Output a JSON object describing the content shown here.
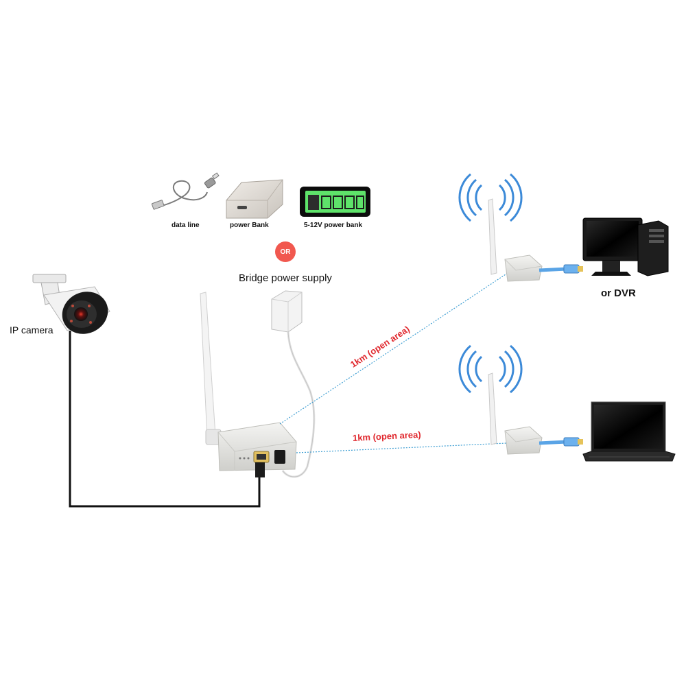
{
  "power_options": {
    "data_line": "data line",
    "power_bank": "power Bank",
    "battery_bank": "5-12V  power bank",
    "or_badge": "OR",
    "bridge_supply": "Bridge power supply"
  },
  "devices": {
    "ip_camera": "IP camera",
    "dvr": "or DVR"
  },
  "links": {
    "upper": "1km (open area)",
    "lower": "1km (open area)"
  },
  "colors": {
    "link_line": "#3f9fd3",
    "distance_text": "#e0282e",
    "or_badge": "#f1584f",
    "battery_display": "#5ee36a",
    "ethernet_cable": "#5aa4e6",
    "signal_waves": "#3c8ad8"
  }
}
